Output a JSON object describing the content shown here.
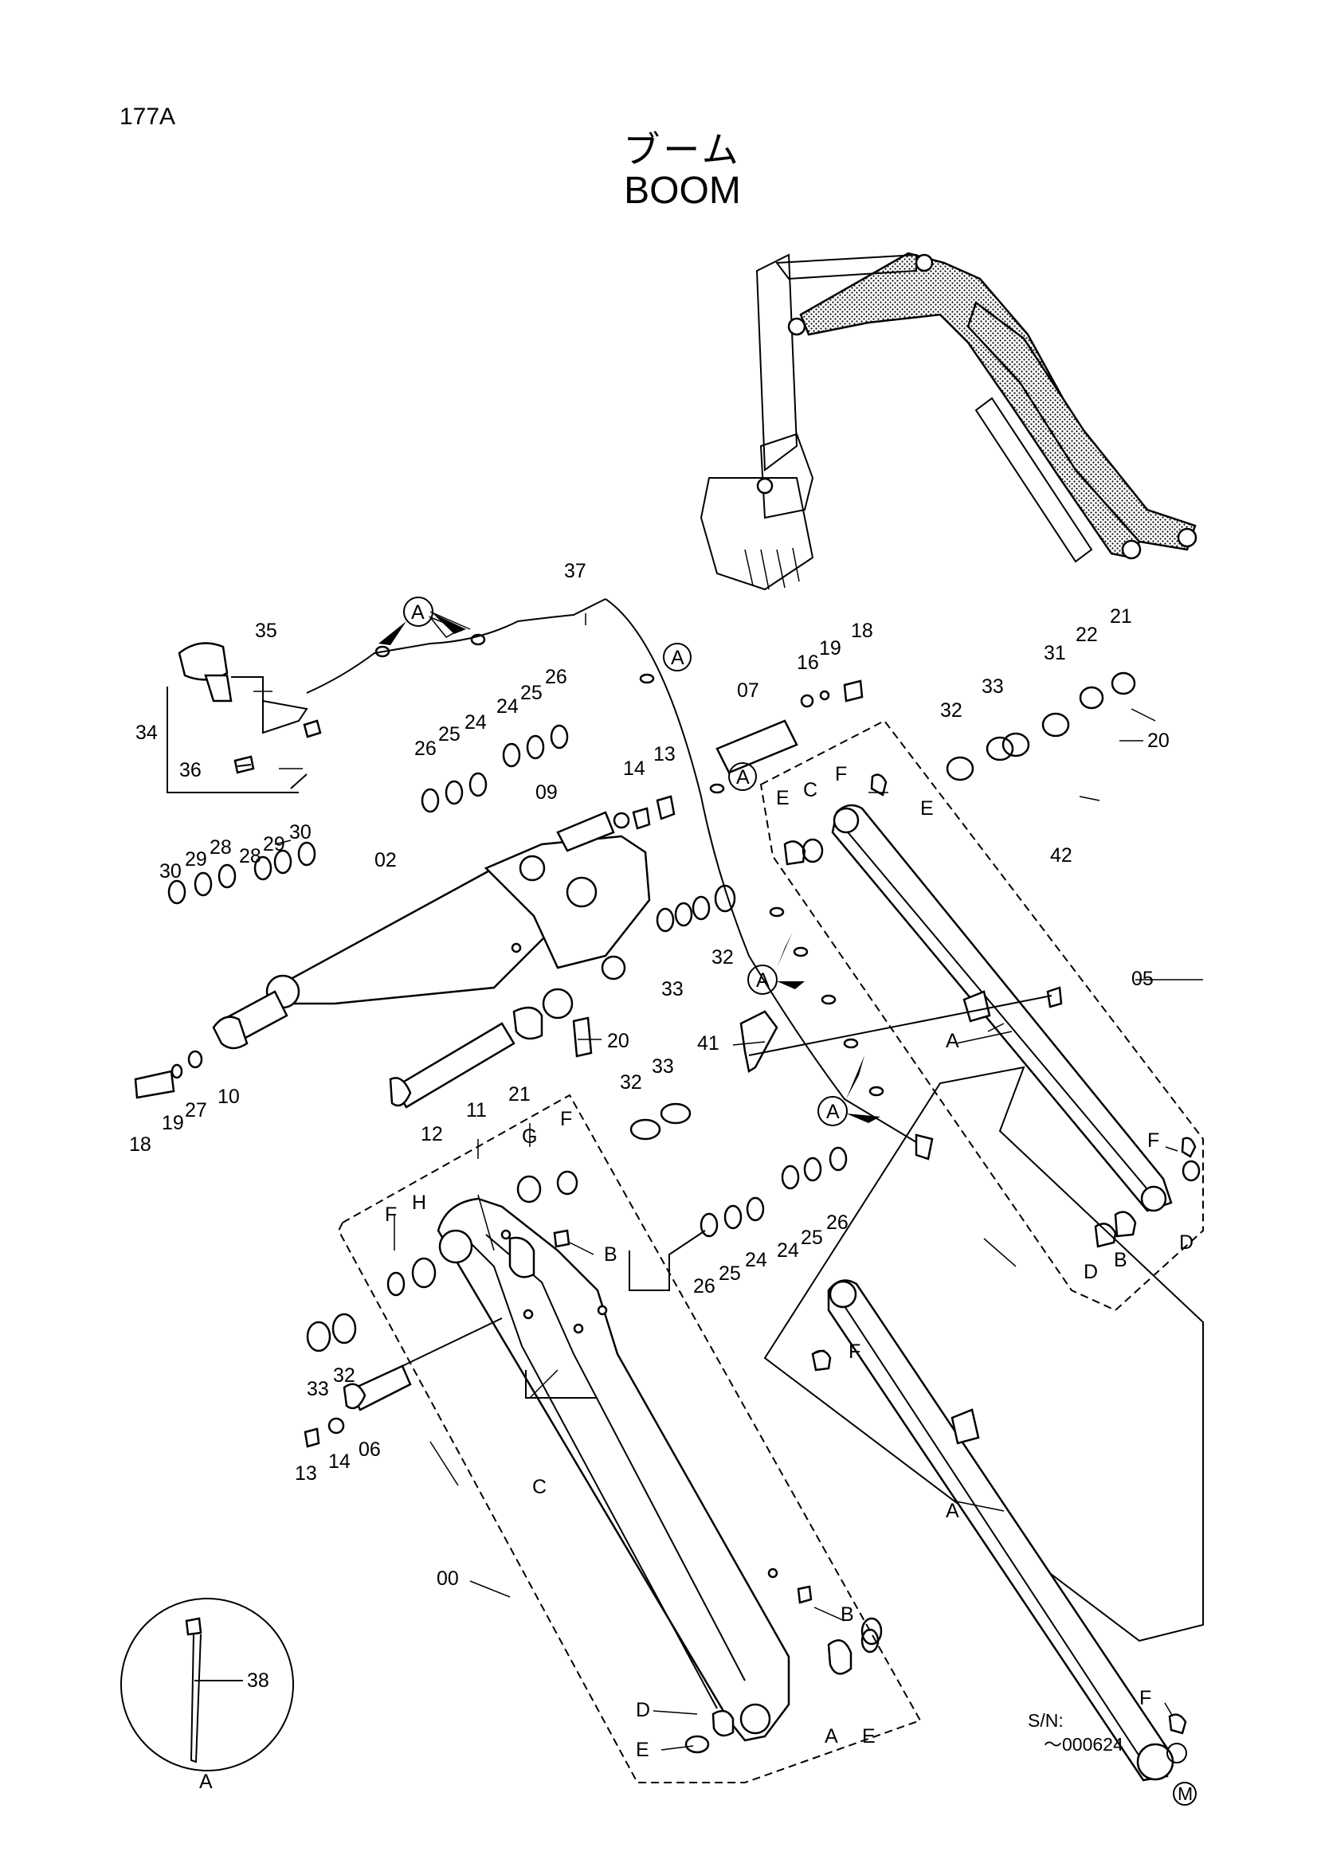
{
  "page": {
    "code": "177A",
    "title_jp": "ブーム",
    "title_en": "BOOM",
    "mark": "M"
  },
  "callouts": {
    "p00": "00",
    "p02": "02",
    "p05": "05",
    "p06": "06",
    "p07": "07",
    "p09": "09",
    "p10": "10",
    "p11": "11",
    "p12": "12",
    "p13a": "13",
    "p13b": "13",
    "p14a": "14",
    "p14b": "14",
    "p16": "16",
    "p18a": "18",
    "p18b": "18",
    "p19a": "19",
    "p19b": "19",
    "p20a": "20",
    "p20b": "20",
    "p21a": "21",
    "p21b": "21",
    "p22": "22",
    "p24a": "24",
    "p24b": "24",
    "p24c": "24",
    "p24d": "24",
    "p25a": "25",
    "p25b": "25",
    "p25c": "25",
    "p25d": "25",
    "p26a": "26",
    "p26b": "26",
    "p26c": "26",
    "p26d": "26",
    "p27": "27",
    "p28a": "28",
    "p28b": "28",
    "p29a": "29",
    "p29b": "29",
    "p30a": "30",
    "p30b": "30",
    "p31": "31",
    "p32a": "32",
    "p32b": "32",
    "p32c": "32",
    "p32d": "32",
    "p33a": "33",
    "p33b": "33",
    "p33c": "33",
    "p33d": "33",
    "p34": "34",
    "p35": "35",
    "p36": "36",
    "p37": "37",
    "p38": "38",
    "p41": "41",
    "p42": "42"
  },
  "letters": {
    "A1": "A",
    "A2": "A",
    "A3": "A",
    "A4": "A",
    "A5": "A",
    "A6": "A",
    "A7": "A",
    "A8": "A",
    "A9": "A",
    "B1": "B",
    "B2": "B",
    "B3": "B",
    "C1": "C",
    "C2": "C",
    "D1": "D",
    "D2": "D",
    "D3": "D",
    "E1": "E",
    "E2": "E",
    "E3": "E",
    "E4": "E",
    "F1": "F",
    "F2": "F",
    "F3": "F",
    "F4": "F",
    "F5": "F",
    "F6": "F",
    "G1": "G",
    "H1": "H"
  },
  "serial_note": {
    "line1": "S/N:",
    "line2": "～000624"
  }
}
